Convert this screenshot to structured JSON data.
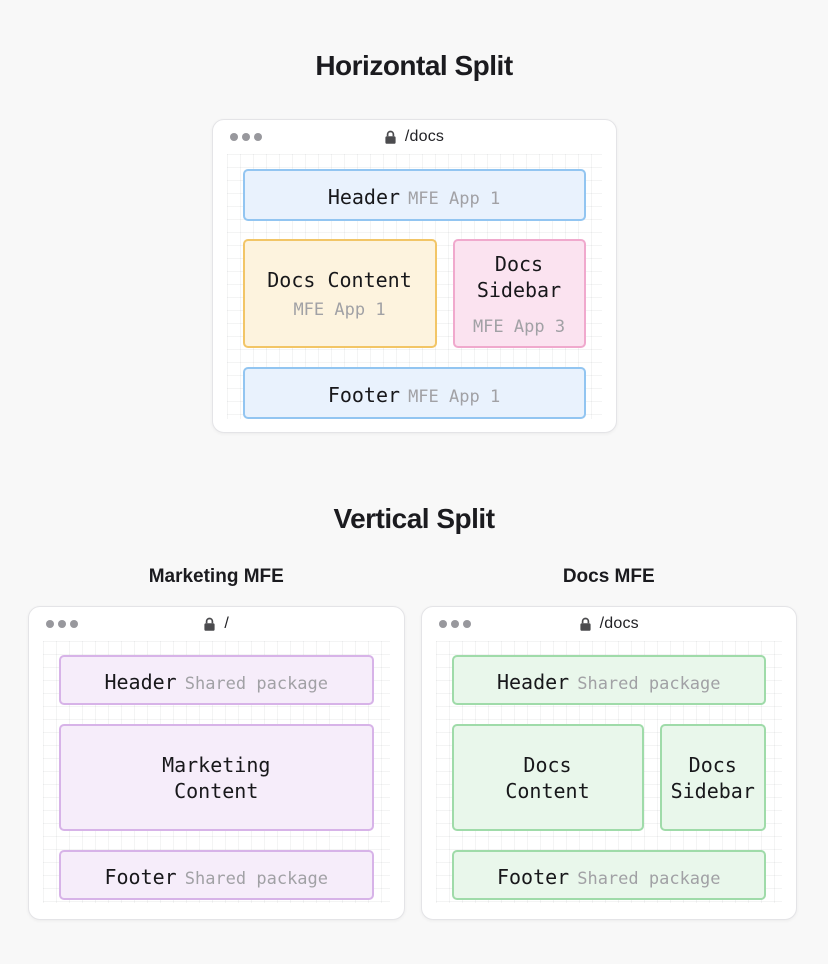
{
  "horizontal": {
    "title": "Horizontal Split",
    "window": {
      "url": "/docs",
      "header": {
        "title": "Header",
        "subtitle": "MFE App 1"
      },
      "content": {
        "title": "Docs Content",
        "subtitle": "MFE App 1"
      },
      "sidebar": {
        "title": "Docs\nSidebar",
        "subtitle": "MFE App 3"
      },
      "footer": {
        "title": "Footer",
        "subtitle": "MFE App 1"
      }
    }
  },
  "vertical": {
    "title": "Vertical Split",
    "marketing": {
      "label": "Marketing MFE",
      "url": "/",
      "header": {
        "title": "Header",
        "subtitle": "Shared package"
      },
      "content": {
        "title": "Marketing\nContent"
      },
      "footer": {
        "title": "Footer",
        "subtitle": "Shared package"
      }
    },
    "docs": {
      "label": "Docs MFE",
      "url": "/docs",
      "header": {
        "title": "Header",
        "subtitle": "Shared package"
      },
      "content": {
        "title": "Docs\nContent"
      },
      "sidebar": {
        "title": "Docs\nSidebar"
      },
      "footer": {
        "title": "Footer",
        "subtitle": "Shared package"
      }
    }
  },
  "colors": {
    "page-bg": "#f8f8f8",
    "title-color": "#1b1b1f",
    "window-border": "#e4e4e7",
    "dot-color": "#98989d",
    "lock-color": "#4b4b4e",
    "text-dark": "#18181b",
    "text-gray": "#a1a1a5",
    "blue-bg": "#e9f2fd",
    "blue-border": "#92c5f1",
    "orange-bg": "#fdf3de",
    "orange-border": "#f2c566",
    "pink-bg": "#fbe3f0",
    "pink-border": "#f0a9cd",
    "purple-bg": "#f6edfa",
    "purple-border": "#d7b3e8",
    "green-bg": "#e9f7eb",
    "green-border": "#9fdba9"
  }
}
